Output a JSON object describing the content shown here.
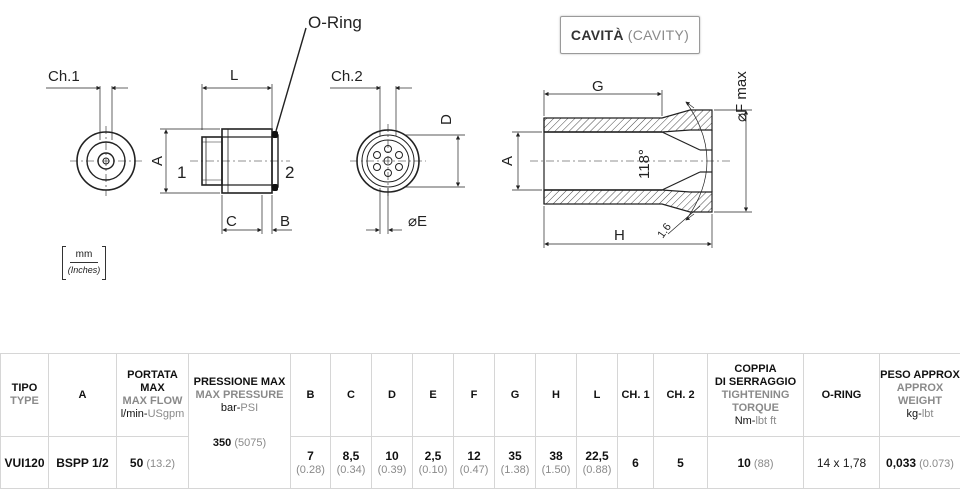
{
  "drawing": {
    "oring_label": "O-Ring",
    "ch1_label": "Ch.1",
    "L_label": "L",
    "ch2_label": "Ch.2",
    "D_label": "D",
    "A_label": "A",
    "port1_label": "1",
    "port2_label": "2",
    "C_label": "C",
    "B_label": "B",
    "E_label": "⌀E",
    "G_label": "G",
    "H_label": "H",
    "F_label": "⌀F max",
    "angle_label": "118°",
    "chamfer_label": "1.6",
    "A2_label": "A"
  },
  "cavity": {
    "title": "CAVITÀ",
    "subtitle": "(CAVITY)"
  },
  "units": {
    "mm": "mm",
    "inches": "(Inches)"
  },
  "table": {
    "headers": {
      "tipo": "TIPO",
      "tipo_en": "TYPE",
      "a": "A",
      "portata": "PORTATA",
      "portata2": "MAX",
      "portata_en": "MAX FLOW",
      "portata_unit": "l/min-",
      "portata_unit_en": "USgpm",
      "pressione": "PRESSIONE MAX",
      "pressione_en": "MAX PRESSURE",
      "pressione_unit": "bar-",
      "pressione_unit_en": "PSI",
      "b": "B",
      "c": "C",
      "d": "D",
      "e": "E",
      "f": "F",
      "g": "G",
      "h": "H",
      "l": "L",
      "ch1": "CH. 1",
      "ch2": "CH. 2",
      "coppia": "COPPIA",
      "coppia2": "DI SERRAGGIO",
      "coppia_en": "TIGHTENING",
      "coppia_en2": "TORQUE",
      "coppia_unit": "Nm-",
      "coppia_unit_en": "lbt ft",
      "oring": "O-RING",
      "peso": "PESO APPROX",
      "peso_en": "APPROX",
      "peso_en2": "WEIGHT",
      "peso_unit": "kg-",
      "peso_unit_en": "lbt"
    },
    "row": {
      "tipo": "VUI120",
      "a": "BSPP 1/2",
      "portata": "50",
      "portata_en": "(13.2)",
      "pressione": "350",
      "pressione_en": "(5075)",
      "b": "7",
      "b_in": "(0.28)",
      "c": "8,5",
      "c_in": "(0.34)",
      "d": "10",
      "d_in": "(0.39)",
      "e": "2,5",
      "e_in": "(0.10)",
      "f": "12",
      "f_in": "(0.47)",
      "g": "35",
      "g_in": "(1.38)",
      "h": "38",
      "h_in": "(1.50)",
      "l": "22,5",
      "l_in": "(0.88)",
      "ch1": "6",
      "ch2": "5",
      "coppia": "10",
      "coppia_en": "(88)",
      "oring": "14 x 1,78",
      "peso": "0,033",
      "peso_en": "(0.073)"
    }
  }
}
